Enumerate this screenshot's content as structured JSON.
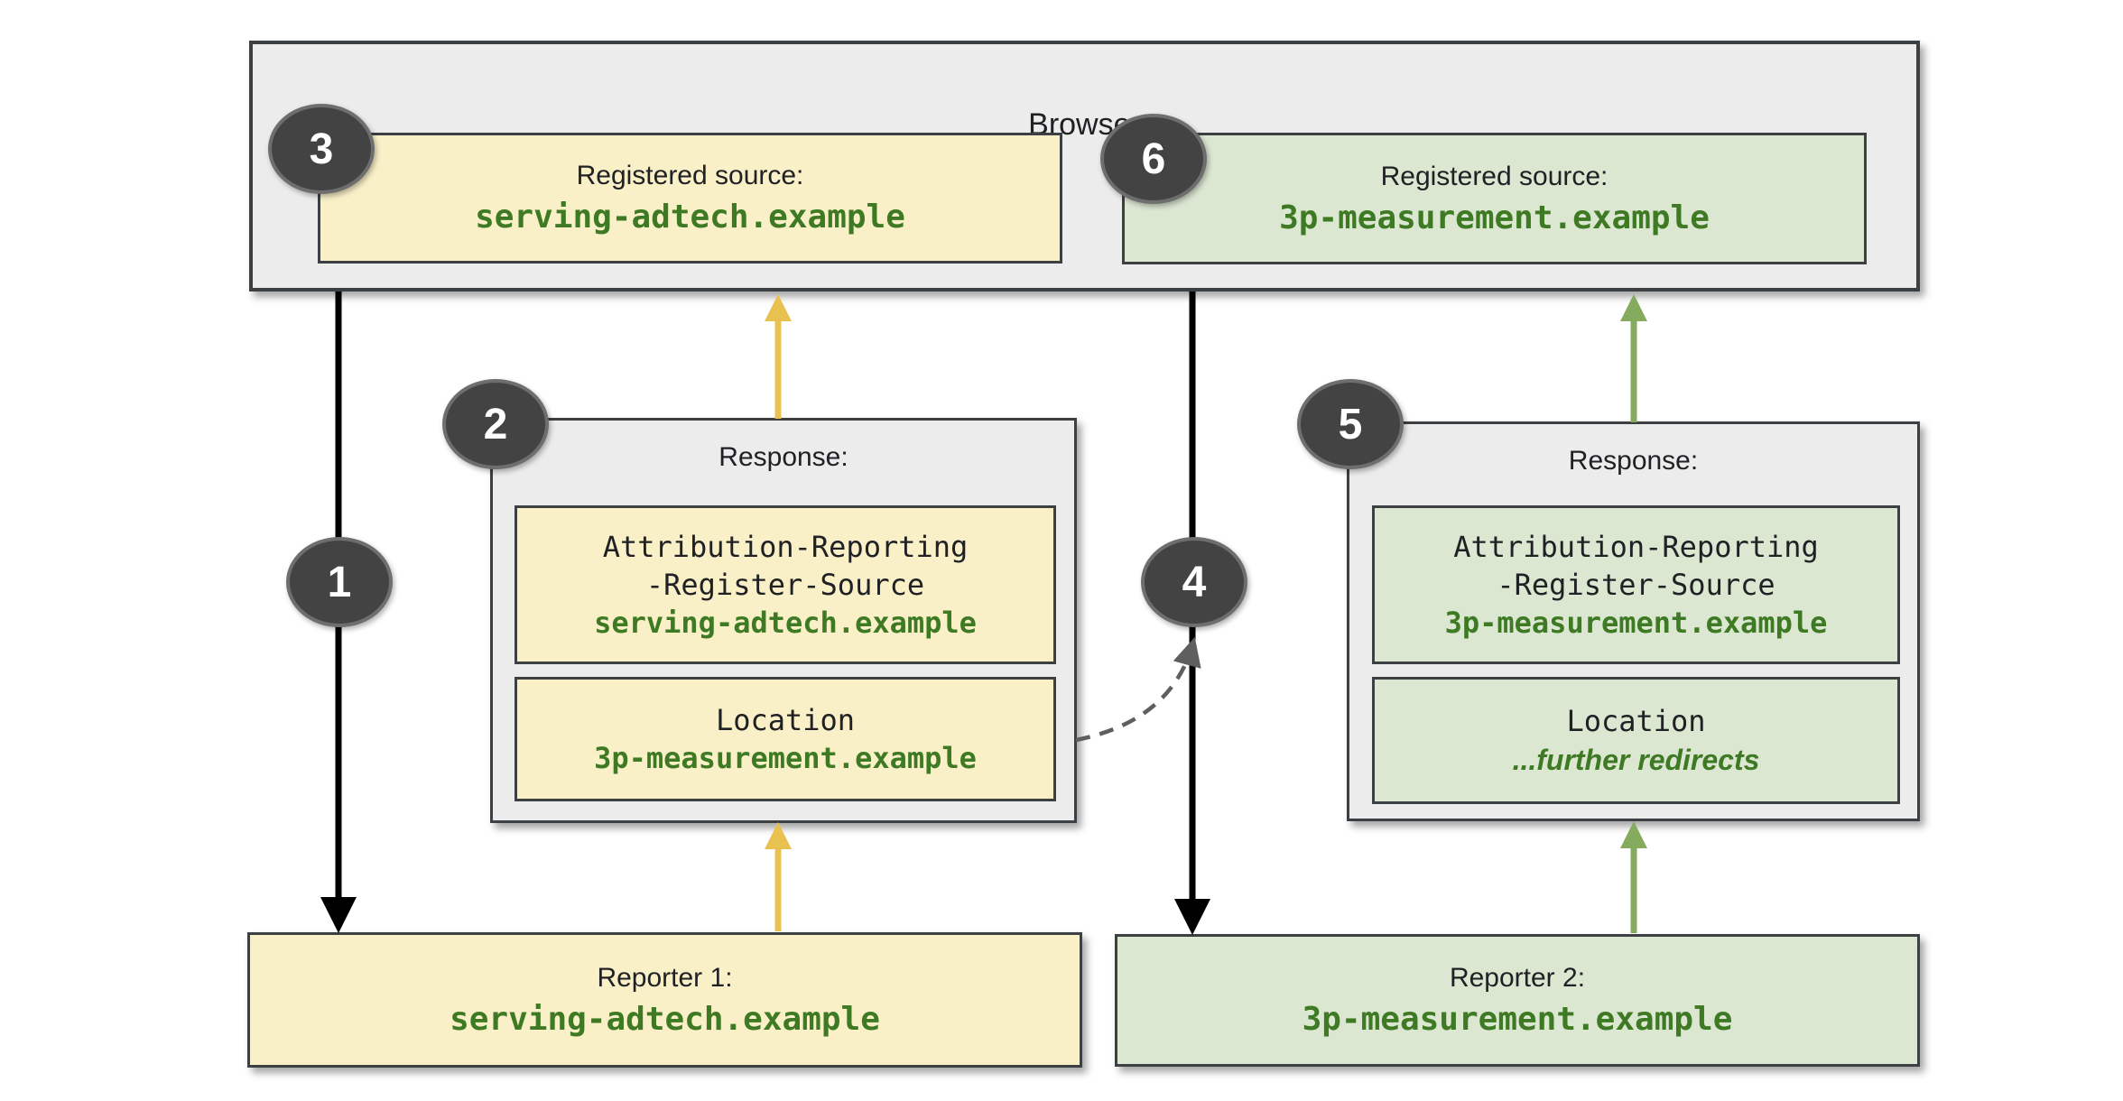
{
  "browser": {
    "title": "Browser"
  },
  "steps": [
    "1",
    "2",
    "3",
    "4",
    "5",
    "6"
  ],
  "registered_sources": [
    {
      "label": "Registered source:",
      "domain": "serving-adtech.example"
    },
    {
      "label": "Registered source:",
      "domain": "3p-measurement.example"
    }
  ],
  "responses": [
    {
      "label": "Response:",
      "header_line1": "Attribution-Reporting",
      "header_line2": "-Register-Source",
      "header_value": "serving-adtech.example",
      "location_label": "Location",
      "location_value": "3p-measurement.example"
    },
    {
      "label": "Response:",
      "header_line1": "Attribution-Reporting",
      "header_line2": "-Register-Source",
      "header_value": "3p-measurement.example",
      "location_label": "Location",
      "location_value": "...further redirects"
    }
  ],
  "reporters": [
    {
      "label": "Reporter 1:",
      "domain": "serving-adtech.example"
    },
    {
      "label": "Reporter 2:",
      "domain": "3p-measurement.example"
    }
  ],
  "colors": {
    "yellow_fill": "#faf0c8",
    "green_fill": "#dce7d2",
    "panel_fill": "#ececec",
    "domain_text_green": "#3e7a23",
    "arrow_yellow": "#e9c150",
    "arrow_green": "#85ab5e",
    "arrow_black": "#000000",
    "arrow_dashed_gray": "#5f5f5f",
    "step_badge_fill": "#434343"
  }
}
